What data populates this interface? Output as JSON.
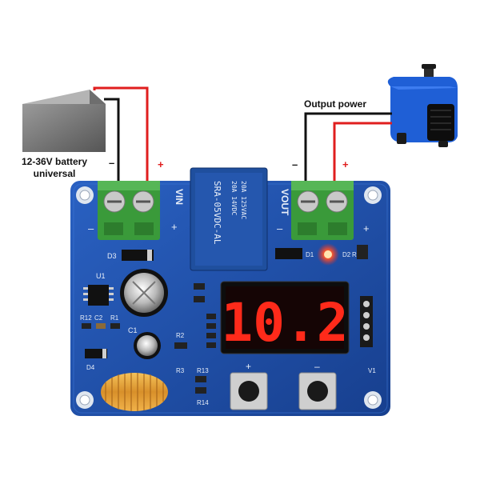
{
  "battery": {
    "label_line1": "12-36V battery",
    "label_line2": "universal",
    "minus": "–",
    "plus": "+"
  },
  "output": {
    "label": "Output power",
    "minus": "–",
    "plus": "+"
  },
  "board": {
    "vin_label": "VIN",
    "vout_label": "VOUT",
    "vin_minus": "–",
    "vin_plus": "+",
    "vout_minus": "–",
    "vout_plus": "+",
    "relay_text_1": "SRA-05VDC-AL",
    "relay_text_2": "20A 14VDC",
    "relay_text_3": "20A 125VAC",
    "display_value": "10.2",
    "silk": {
      "d3": "D3",
      "u1": "U1",
      "r12": "R12",
      "c2": "C2",
      "r1": "R1",
      "d4": "D4",
      "c1": "C1",
      "r2": "R2",
      "r3": "R3",
      "r13": "R13",
      "r14": "R14",
      "d1": "D1",
      "d2": "D2",
      "r8": "R8",
      "v1": "V1",
      "btn_up": "+",
      "btn_down": "–"
    }
  },
  "colors": {
    "pcb": "#1d4fa8",
    "wire_red": "#e01e1e",
    "wire_black": "#111111",
    "terminal": "#3a9a3a",
    "led_red": "#ff2a1a",
    "pump_blue": "#1f5fd6"
  }
}
